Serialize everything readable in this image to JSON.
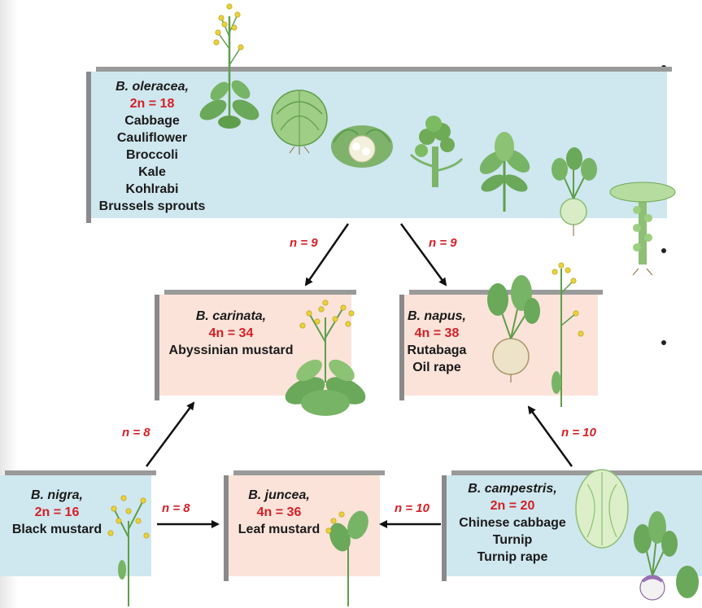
{
  "nodes": {
    "oleracea": {
      "species": "B. oleracea,",
      "chromosomes": "2n = 18",
      "common_names": [
        "Cabbage",
        "Cauliflower",
        "Broccoli",
        "Kale",
        "Kohlrabi",
        "Brussels sprouts"
      ]
    },
    "carinata": {
      "species": "B. carinata,",
      "chromosomes": "4n = 34",
      "common_names": [
        "Abyssinian mustard"
      ]
    },
    "napus": {
      "species": "B. napus,",
      "chromosomes": "4n = 38",
      "common_names": [
        "Rutabaga",
        "Oil rape"
      ]
    },
    "nigra": {
      "species": "B. nigra,",
      "chromosomes": "2n = 16",
      "common_names": [
        "Black mustard"
      ]
    },
    "juncea": {
      "species": "B. juncea,",
      "chromosomes": "4n = 36",
      "common_names": [
        "Leaf mustard"
      ]
    },
    "campestris": {
      "species": "B. campestris,",
      "chromosomes": "2n = 20",
      "common_names": [
        "Chinese cabbage",
        "Turnip",
        "Turnip rape"
      ]
    }
  },
  "edges": [
    {
      "from": "oleracea",
      "to": "carinata",
      "label": "n = 9"
    },
    {
      "from": "oleracea",
      "to": "napus",
      "label": "n = 9"
    },
    {
      "from": "nigra",
      "to": "carinata",
      "label": "n = 8"
    },
    {
      "from": "nigra",
      "to": "juncea",
      "label": "n = 8"
    },
    {
      "from": "campestris",
      "to": "juncea",
      "label": "n = 10"
    },
    {
      "from": "campestris",
      "to": "napus",
      "label": "n = 10"
    }
  ],
  "colors": {
    "diploid_box": "#cfe7ef",
    "polyploid_box": "#fbe3d9",
    "chromosome_text": "#d51f26",
    "arrow": "#111111",
    "plant_green": "#5f9e4b",
    "flower_yellow": "#e8d23a"
  },
  "icons": [
    "mustard-plant-icon",
    "cabbage-icon",
    "cauliflower-icon",
    "broccoli-icon",
    "kale-icon",
    "kohlrabi-icon",
    "brussels-sprouts-icon",
    "rutabaga-icon",
    "chinese-cabbage-icon",
    "turnip-icon"
  ]
}
